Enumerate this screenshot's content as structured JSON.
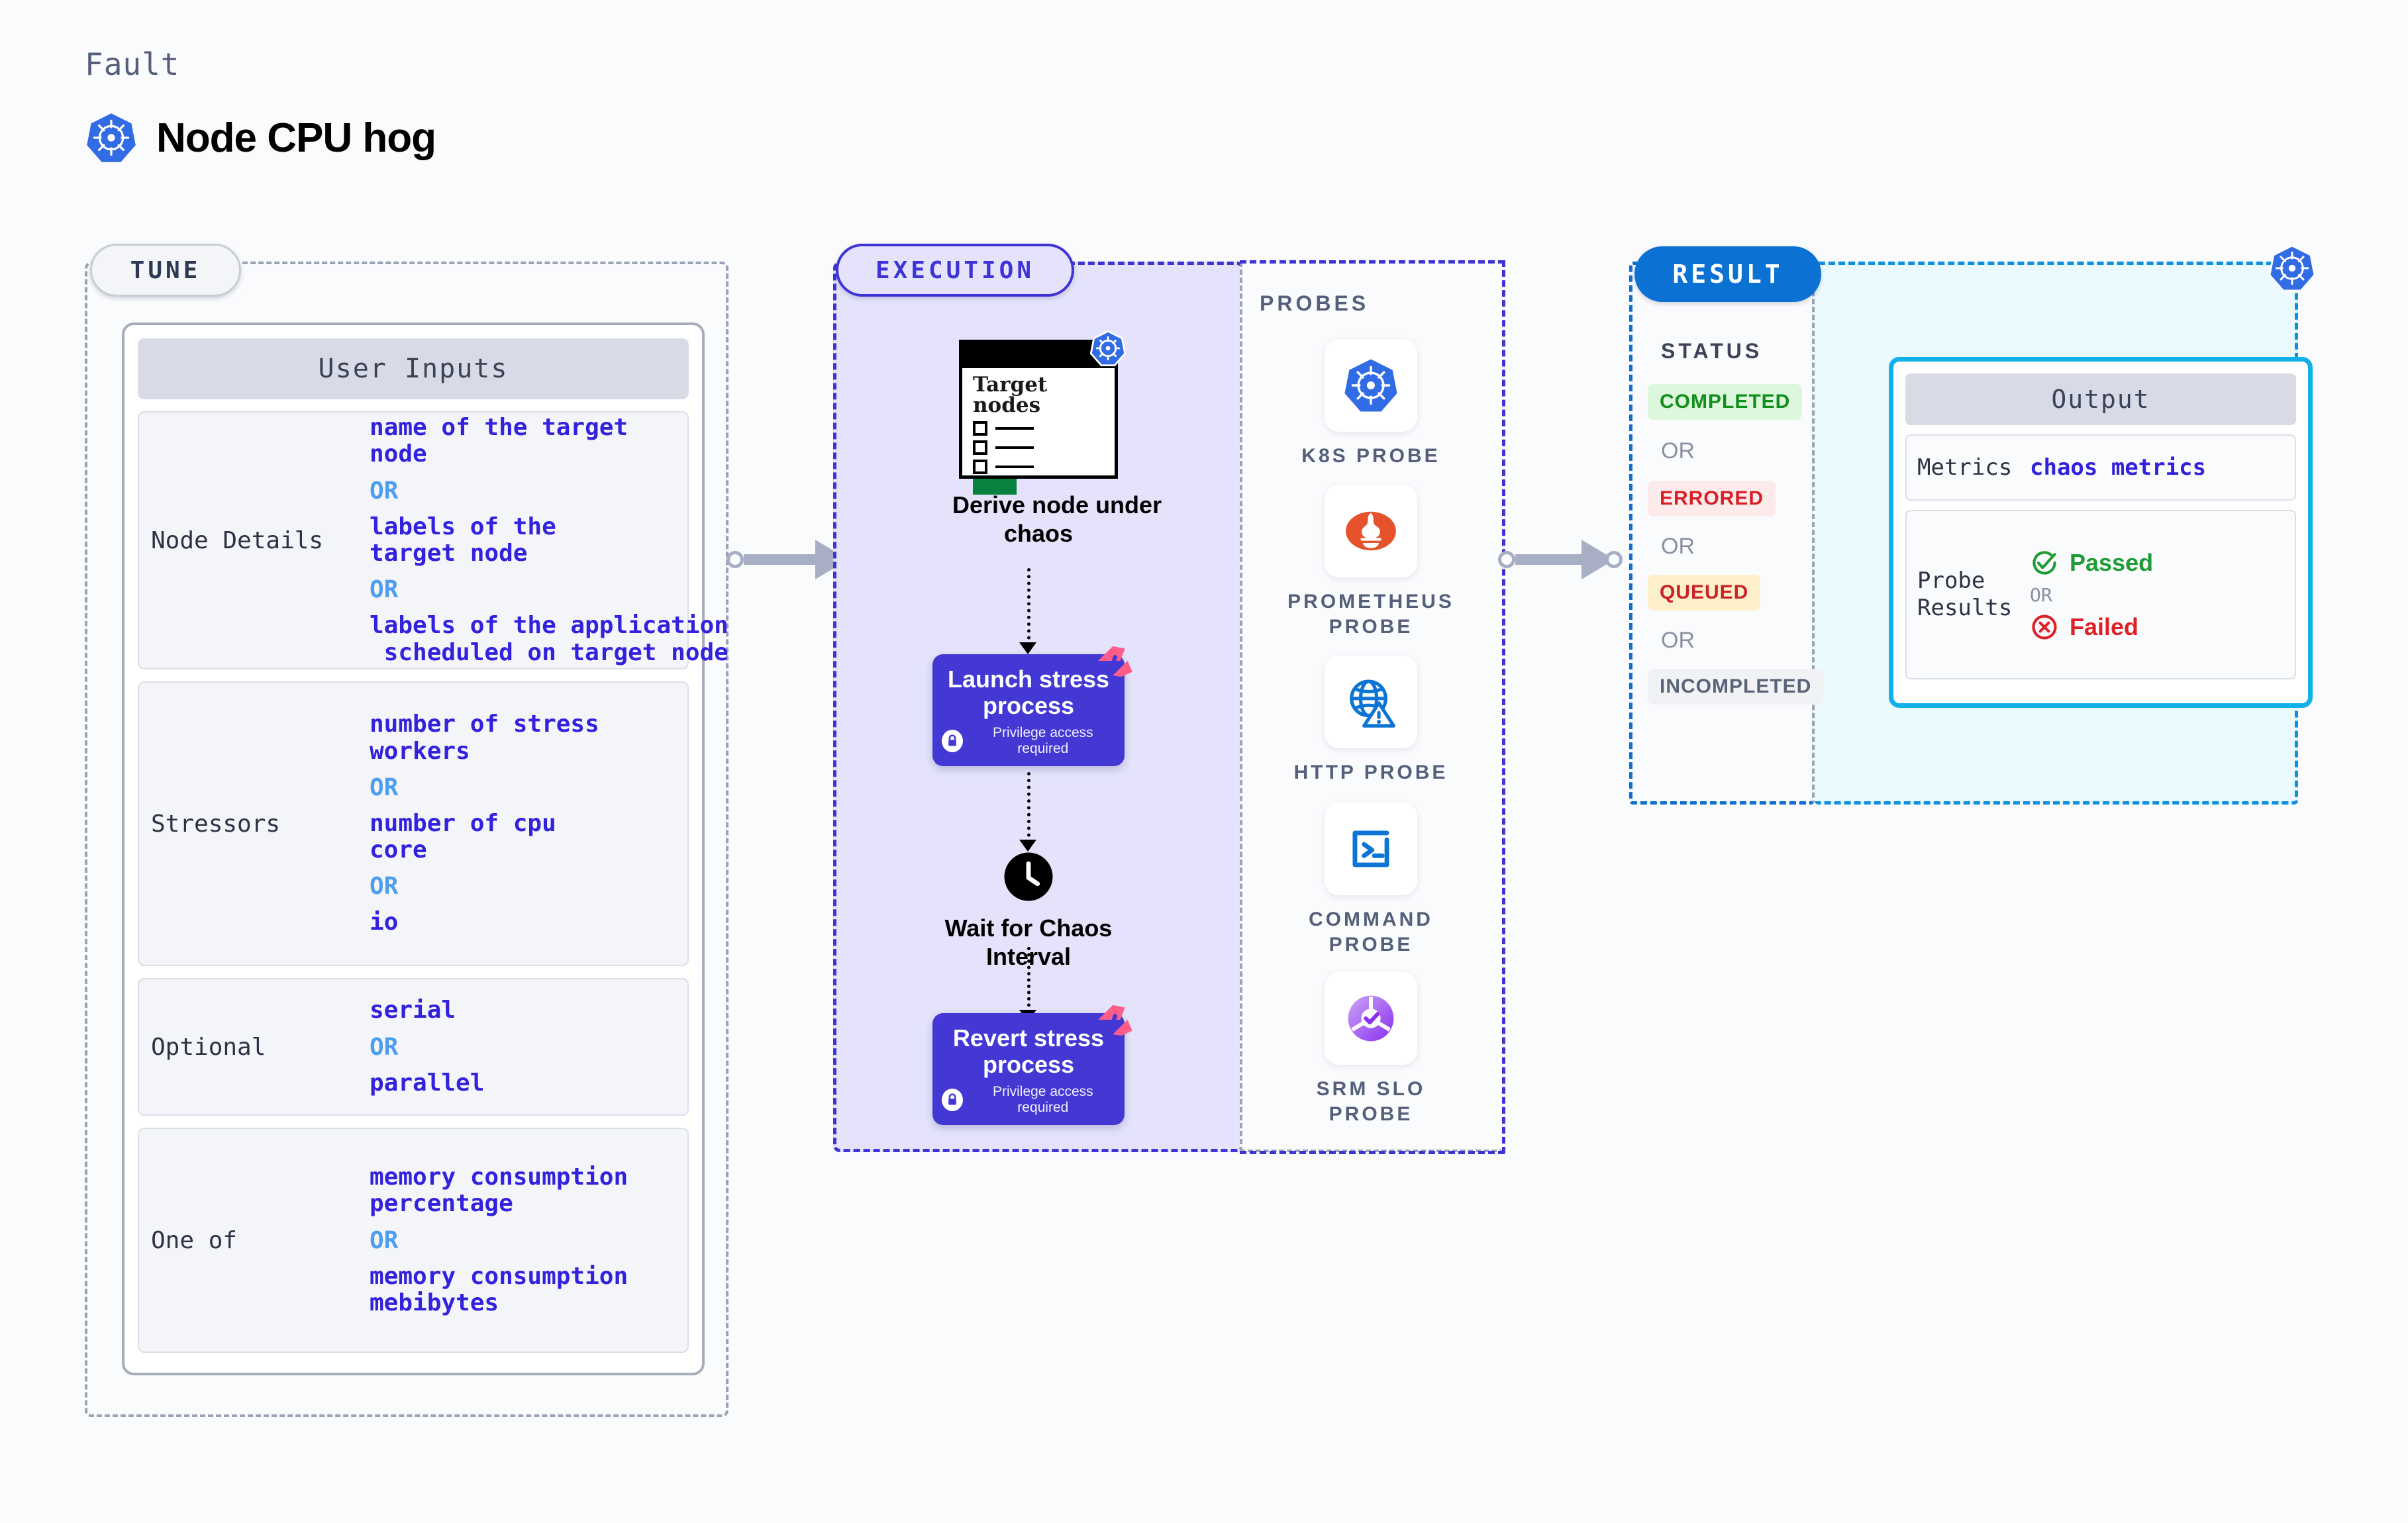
{
  "header": {
    "eyebrow": "Fault",
    "title": "Node CPU hog",
    "icon": "kubernetes-icon"
  },
  "tune": {
    "pill_label": "TUNE",
    "card_title": "User Inputs",
    "groups": [
      {
        "label": "Node Details",
        "values": [
          "name of the target\nnode",
          "labels of the\ntarget node",
          "labels of the application\n scheduled on target node"
        ],
        "separator": "OR"
      },
      {
        "label": "Stressors",
        "values": [
          "number of stress\nworkers",
          "number of cpu\ncore",
          "io"
        ],
        "separator": "OR"
      },
      {
        "label": "Optional",
        "values": [
          "serial",
          "parallel"
        ],
        "separator": "OR"
      },
      {
        "label": "One of",
        "values": [
          "memory consumption\npercentage",
          "memory consumption\nmebibytes"
        ],
        "separator": "OR"
      }
    ]
  },
  "execution": {
    "pill_label": "EXECUTION",
    "steps": [
      {
        "caption": "Derive node under\nchaos",
        "card_title": "Target\nnodes",
        "icon": "kubernetes-icon"
      },
      {
        "caption": "Launch stress\nprocess",
        "privilege": "Privilege access required",
        "icon": "lock-icon"
      },
      {
        "caption": "Wait for Chaos\nInterval",
        "icon": "clock-icon"
      },
      {
        "caption": "Revert stress\nprocess",
        "privilege": "Privilege access required",
        "icon": "lock-icon"
      }
    ]
  },
  "probes": {
    "title": "PROBES",
    "items": [
      {
        "name": "K8S PROBE",
        "icon": "kubernetes-icon"
      },
      {
        "name": "PROMETHEUS\nPROBE",
        "icon": "prometheus-icon"
      },
      {
        "name": "HTTP PROBE",
        "icon": "globe-warning-icon"
      },
      {
        "name": "COMMAND\nPROBE",
        "icon": "terminal-icon"
      },
      {
        "name": "SRM SLO\nPROBE",
        "icon": "srm-slo-icon"
      }
    ]
  },
  "result": {
    "pill_label": "RESULT",
    "status_label": "STATUS",
    "separator": "OR",
    "statuses": [
      {
        "label": "COMPLETED",
        "text_color": "#108f1c",
        "bg_color": "#ddf7dc"
      },
      {
        "label": "ERRORED",
        "text_color": "#d81f27",
        "bg_color": "#fdeaea"
      },
      {
        "label": "QUEUED",
        "text_color": "#c8212a",
        "bg_color": "#fdf0c8"
      },
      {
        "label": "INCOMPLETED",
        "text_color": "#5a6478",
        "bg_color": "#f1f2f6"
      }
    ],
    "corner_icon": "kubernetes-icon",
    "output": {
      "title": "Output",
      "rows": [
        {
          "label": "Metrics",
          "value": "chaos metrics"
        },
        {
          "label": "Probe\nResults",
          "pass": "Passed",
          "fail": "Failed",
          "separator": "OR"
        }
      ]
    }
  },
  "colors": {
    "page_bg": "#fafbfd",
    "execution_bg": "#e4e3fb",
    "execution_accent": "#3e33d6",
    "result_accent": "#0b72d4",
    "output_accent": "#11b0e8",
    "output_bg": "#eafaff",
    "tune_border": "#9aa2b5",
    "value_blue": "#3322dd",
    "or_blue": "#4d9ef0",
    "k8s_blue": "#326ce5",
    "process_purple": "#4338d4",
    "harness_pink": "#ff5c8a"
  }
}
